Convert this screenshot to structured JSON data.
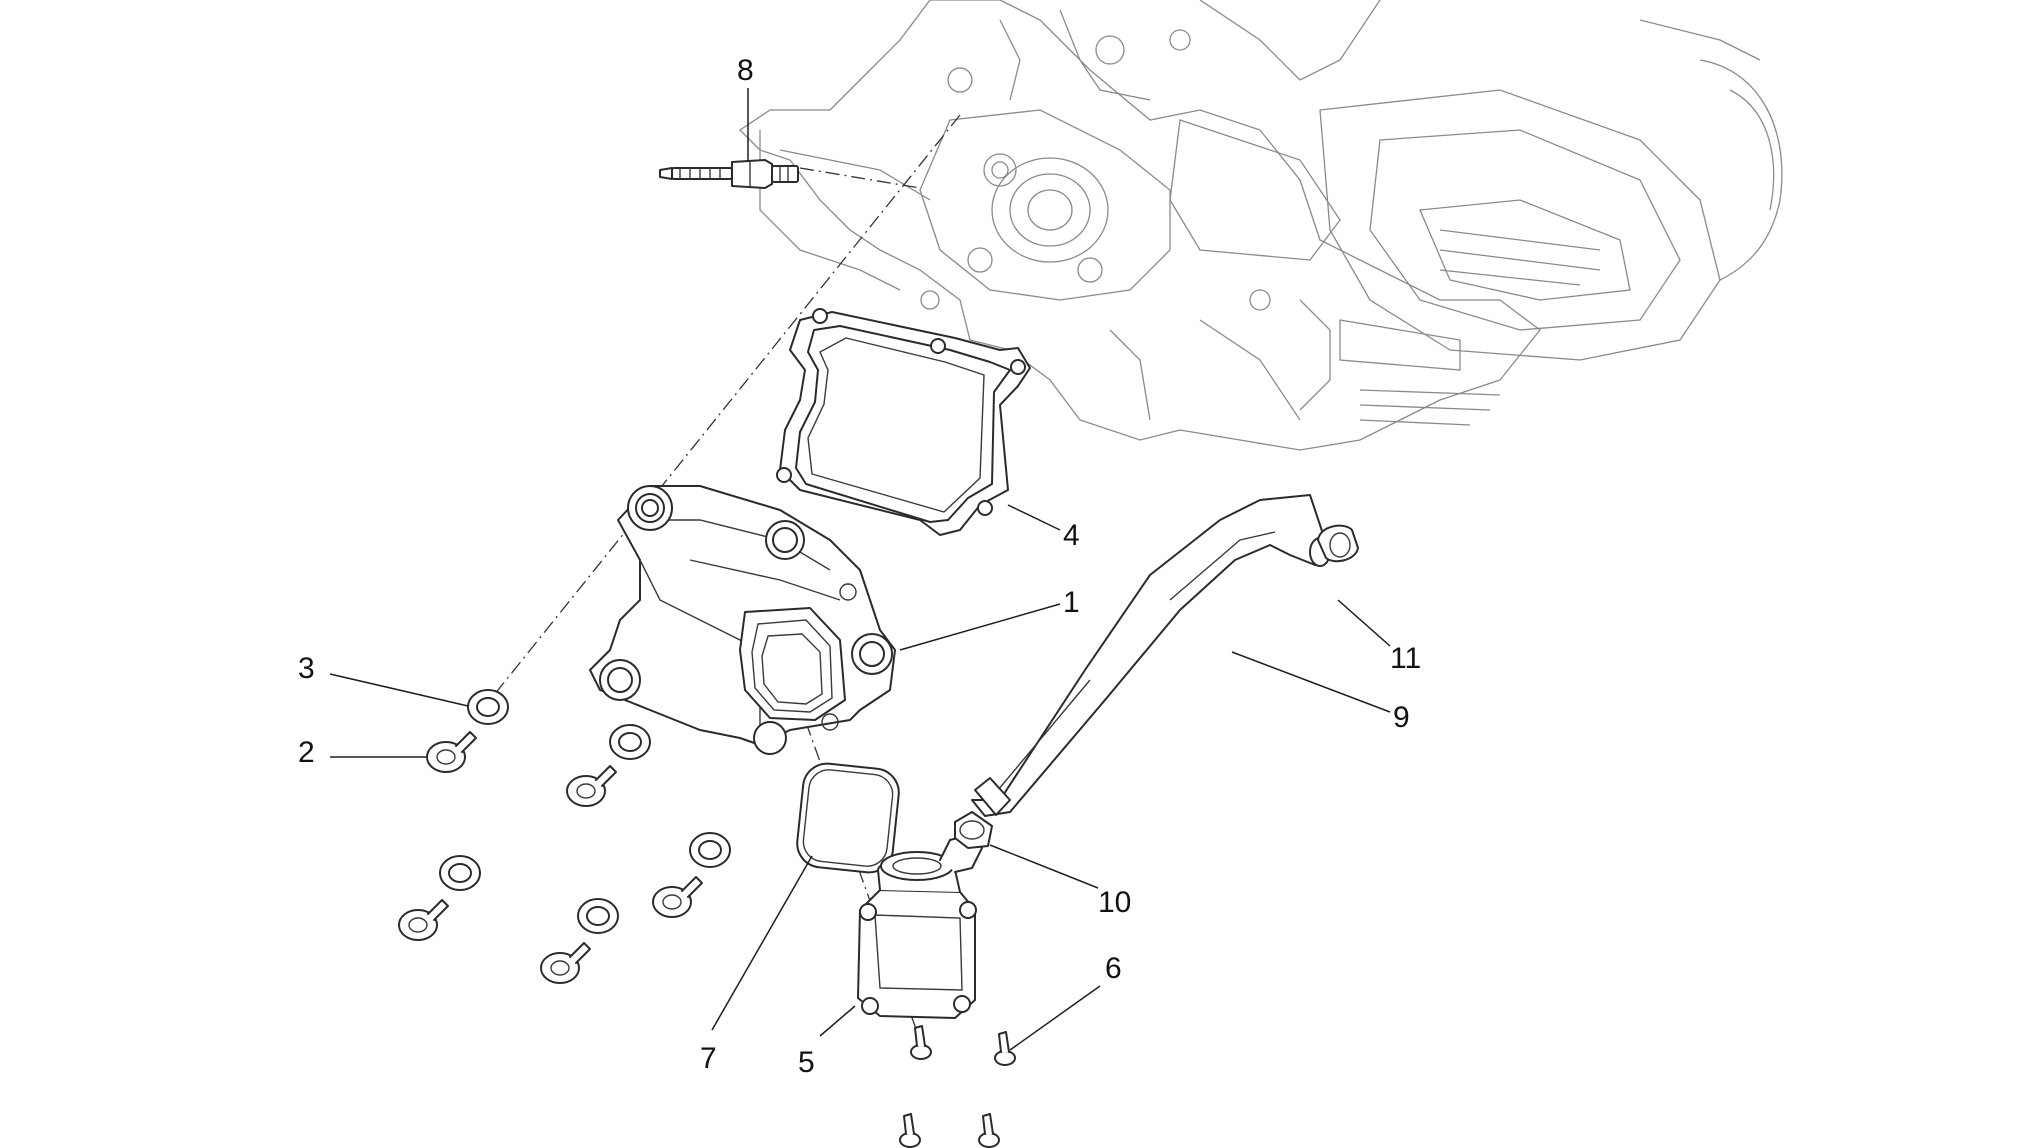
{
  "diagram": {
    "callouts": [
      {
        "id": "c1",
        "label": "1"
      },
      {
        "id": "c2",
        "label": "2"
      },
      {
        "id": "c3",
        "label": "3"
      },
      {
        "id": "c4",
        "label": "4"
      },
      {
        "id": "c5",
        "label": "5"
      },
      {
        "id": "c6",
        "label": "6"
      },
      {
        "id": "c7",
        "label": "7"
      },
      {
        "id": "c8",
        "label": "8"
      },
      {
        "id": "c9",
        "label": "9"
      },
      {
        "id": "c10",
        "label": "10"
      },
      {
        "id": "c11",
        "label": "11"
      }
    ],
    "colors": {
      "line": "#2b2b2b",
      "engine": "#8a8a8a",
      "background": "#ffffff"
    }
  }
}
